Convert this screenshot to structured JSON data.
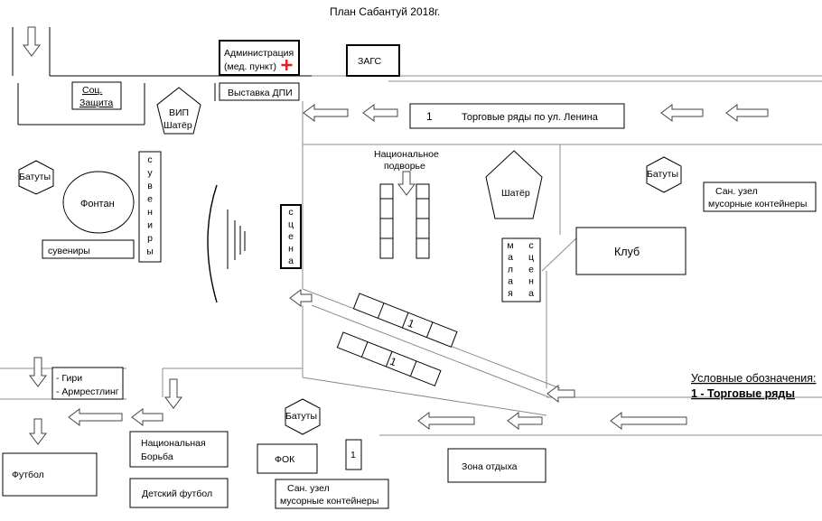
{
  "title": "План Сабантуй 2018г.",
  "zones": {
    "administration": {
      "line1": "Администрация",
      "line2": "(мед. пункт)",
      "icon": "red-cross-icon",
      "icon_color": "#e02020"
    },
    "zags": "ЗАГС",
    "social_protection": {
      "line1": "Соц.",
      "line2": "Защита"
    },
    "exhibition_dpi": "Выставка ДПИ",
    "trade_lenin": {
      "number": "1",
      "label": "Торговые ряды по ул. Ленина"
    },
    "vip_tent": {
      "line1": "ВИП",
      "line2": "Шатёр"
    },
    "trampolines_left": "Батуты",
    "fountain": "Фонтан",
    "souvenirs_horizontal": "сувениры",
    "souvenirs_vertical": [
      "с",
      "у",
      "в",
      "е",
      "н",
      "и",
      "р",
      "ы"
    ],
    "stage": [
      "с",
      "ц",
      "е",
      "н",
      "а"
    ],
    "national_yard": {
      "line1": "Национальное",
      "line2": "подворье"
    },
    "tent": "Шатёр",
    "trampolines_right": "Батуты",
    "sanitary_right": {
      "line1": "Сан. узел",
      "line2": "мусорные контейнеры"
    },
    "club": "Клуб",
    "small_stage": {
      "col1": [
        "м",
        "а",
        "л",
        "а",
        "я"
      ],
      "col2": [
        "с",
        "ц",
        "е",
        "н",
        "а"
      ]
    },
    "trade_row_upper": "1",
    "trade_row_lower": "1",
    "weights": {
      "line1": "- Гири",
      "line2": "- Армрестлинг"
    },
    "trampolines_bottom": "Батуты",
    "national_wrestling": {
      "line1": "Национальная",
      "line2": "Борьба"
    },
    "fok": "ФОК",
    "small_trade": "1",
    "rest_zone": "Зона отдыха",
    "football": "Футбол",
    "kids_football": "Детский футбол",
    "sanitary_bottom": {
      "line1": "Сан. узел",
      "line2": "мусорные контейнеры"
    }
  },
  "legend": {
    "heading": "Условные обозначения:",
    "item": "1 - Торговые ряды"
  }
}
